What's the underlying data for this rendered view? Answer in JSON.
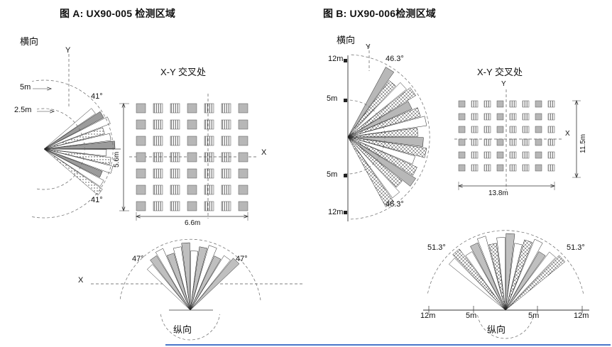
{
  "figure_a": {
    "title": "图 A: UX90-005 检测区域",
    "horizontal_label": "横向",
    "vertical_label": "纵向",
    "xy_label": "X-Y 交叉处",
    "axis_x": "X",
    "axis_y": "Y",
    "fan_top_angle": "41°",
    "fan_bottom_angle": "41°",
    "arc_5m": "5m",
    "arc_2_5m": "2.5m",
    "grid_height": "5.6m",
    "grid_width": "6.6m",
    "bottom_axis_x": "X",
    "bottom_left_angle": "47°",
    "bottom_right_angle": "47°"
  },
  "figure_b": {
    "title": "图 B: UX90-006检测区域",
    "horizontal_label": "横向",
    "vertical_label": "纵向",
    "xy_label": "X-Y 交叉处",
    "axis_x": "X",
    "axis_y": "Y",
    "fan_top_angle": "46.3°",
    "fan_bottom_angle": "46.3°",
    "range_labels": [
      "12m",
      "5m",
      "5m",
      "12m"
    ],
    "grid_height": "11.5m",
    "grid_width": "13.8m",
    "bottom_left_angle": "51.3°",
    "bottom_right_angle": "51.3°",
    "bottom_scale": [
      "12m",
      "5m",
      "5m",
      "12m"
    ]
  }
}
